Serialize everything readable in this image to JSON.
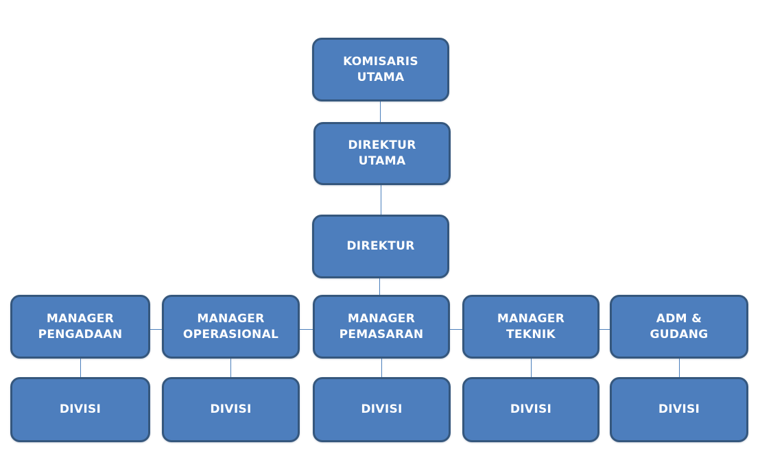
{
  "diagram": {
    "type": "org-chart",
    "colors": {
      "box_fill": "#4d7ebd",
      "box_border": "#35577d",
      "connector": "#4a7ebb",
      "text": "#ffffff",
      "background": "#ffffff"
    },
    "nodes": {
      "komisaris_utama": {
        "lines": [
          "KOMISARIS",
          "UTAMA"
        ]
      },
      "direktur_utama": {
        "lines": [
          "DIREKTUR",
          "UTAMA"
        ]
      },
      "direktur": {
        "lines": [
          "DIREKTUR"
        ]
      },
      "manager_pengadaan": {
        "lines": [
          "MANAGER",
          "PENGADAAN"
        ]
      },
      "manager_operasional": {
        "lines": [
          "MANAGER",
          "OPERASIONAL"
        ]
      },
      "manager_pemasaran": {
        "lines": [
          "MANAGER",
          "PEMASARAN"
        ]
      },
      "manager_teknik": {
        "lines": [
          "MANAGER",
          "TEKNIK"
        ]
      },
      "adm_gudang": {
        "lines": [
          "ADM &",
          "GUDANG"
        ]
      },
      "divisi_pengadaan": {
        "lines": [
          "DIVISI"
        ]
      },
      "divisi_operasional": {
        "lines": [
          "DIVISI"
        ]
      },
      "divisi_pemasaran": {
        "lines": [
          "DIVISI"
        ]
      },
      "divisi_teknik": {
        "lines": [
          "DIVISI"
        ]
      },
      "divisi_adm_gudang": {
        "lines": [
          "DIVISI"
        ]
      }
    },
    "edges": [
      [
        "KOMISARIS UTAMA",
        "DIREKTUR UTAMA"
      ],
      [
        "DIREKTUR UTAMA",
        "DIREKTUR"
      ],
      [
        "DIREKTUR",
        "MANAGER PEMASARAN"
      ],
      [
        "MANAGER PENGADAAN",
        "MANAGER OPERASIONAL"
      ],
      [
        "MANAGER OPERASIONAL",
        "MANAGER PEMASARAN"
      ],
      [
        "MANAGER PEMASARAN",
        "MANAGER TEKNIK"
      ],
      [
        "MANAGER TEKNIK",
        "ADM & GUDANG"
      ],
      [
        "MANAGER PENGADAAN",
        "DIVISI"
      ],
      [
        "MANAGER OPERASIONAL",
        "DIVISI"
      ],
      [
        "MANAGER PEMASARAN",
        "DIVISI"
      ],
      [
        "MANAGER TEKNIK",
        "DIVISI"
      ],
      [
        "ADM & GUDANG",
        "DIVISI"
      ]
    ]
  }
}
